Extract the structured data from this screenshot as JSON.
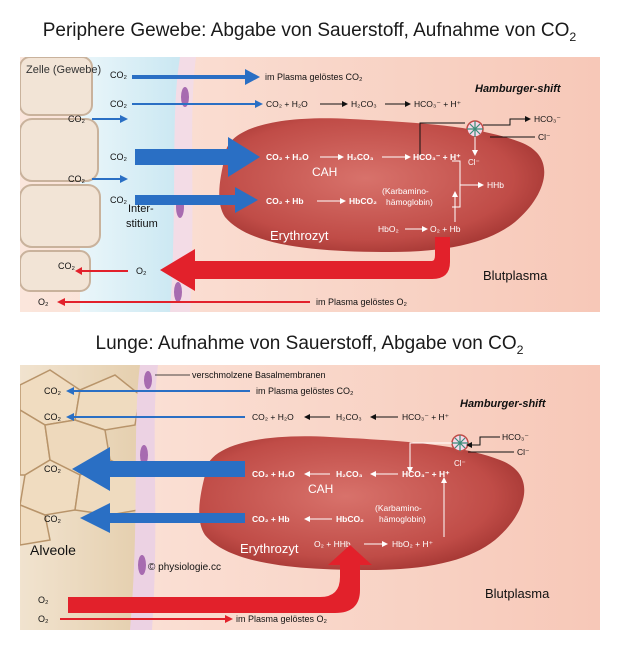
{
  "top": {
    "heading_main": "Periphere Gewebe: Abgabe von Sauerstoff, Aufnahme von CO",
    "heading_sub": "2",
    "cell_label": "Zelle (Gewebe)",
    "interstitium_1": "Inter-",
    "interstitium_2": "stitium",
    "row1": "im Plasma gelöstes CO₂",
    "row2_eq": [
      "CO₂ + H₂O",
      "H₂CO₃",
      "HCO₃⁻ + H⁺"
    ],
    "rbc_eq": [
      "CO₂ + H₂O",
      "H₂CO₃",
      "HCO₃⁻ + H⁺"
    ],
    "cah": "CAH",
    "hb_eq": [
      "CO₂ + Hb",
      "HbCO₂"
    ],
    "carbamino_1": "(Karbamino-",
    "carbamino_2": "hämoglobin)",
    "hhb": "HHb",
    "hbo2_eq": [
      "HbO₂",
      "O₂ + Hb"
    ],
    "erythrozyt": "Erythrozyt",
    "blutplasma": "Blutplasma",
    "hamburger": "Hamburger-shift",
    "hco3_out": "HCO₃⁻",
    "cl_out": "Cl⁻",
    "cl_in": "Cl⁻",
    "co2": "CO₂",
    "o2": "O₂",
    "o2_plasma": "im Plasma gelöstes O₂"
  },
  "bottom": {
    "heading_main": "Lunge: Aufnahme von Sauerstoff, Abgabe von CO",
    "heading_sub": "2",
    "membrane": "verschmolzene Basalmembranen",
    "row1": "im Plasma gelöstes CO₂",
    "row2_eq": [
      "CO₂ + H₂O",
      "H₂CO₃",
      "HCO₃⁻ + H⁺"
    ],
    "rbc_eq": [
      "CO₂ + H₂O",
      "H₂CO₃",
      "HCO₃⁻ + H⁺"
    ],
    "cah": "CAH",
    "hb_eq": [
      "CO₂ + Hb",
      "HbCO₂"
    ],
    "carbamino_1": "(Karbamino-",
    "carbamino_2": "hämoglobin)",
    "o2_eq": [
      "O₂ + HHb",
      "HbO₂ + H⁺"
    ],
    "erythrozyt": "Erythrozyt",
    "blutplasma": "Blutplasma",
    "alveole": "Alveole",
    "copyright": "© physiologie.cc",
    "hamburger": "Hamburger-shift",
    "hco3_out": "HCO₃⁻",
    "cl_out": "Cl⁻",
    "cl_in": "Cl⁻",
    "co2": "CO₂",
    "o2": "O₂",
    "o2_plasma": "im Plasma gelöstes O₂"
  }
}
